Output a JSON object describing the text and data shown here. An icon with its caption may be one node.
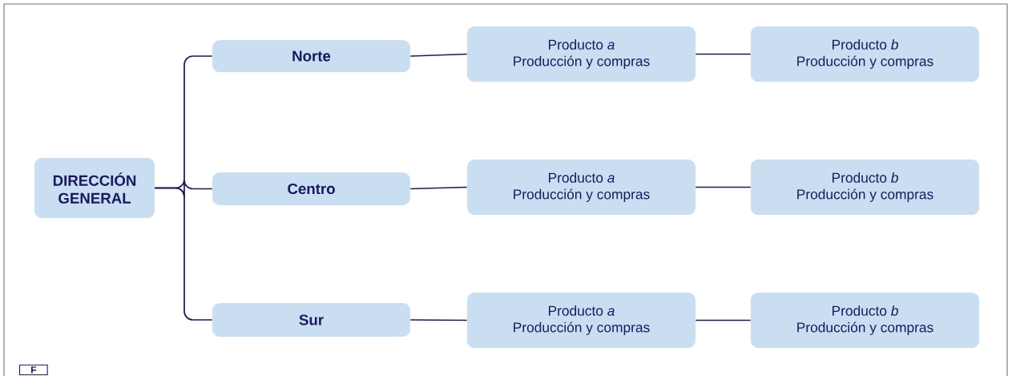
{
  "diagram": {
    "nodes": [
      {
        "text": [
          "DIRECCIÓN GENERAL"
        ]
      },
      {
        "text": [
          "Norte"
        ]
      },
      {
        "text": [
          "Centro"
        ]
      },
      {
        "text": [
          "Sur"
        ]
      },
      {
        "text": [
          "Producto *a*",
          "Producción y compras"
        ]
      },
      {
        "text": [
          "Producto *b*",
          "Producción y compras"
        ]
      },
      {
        "text": [
          "Producto *a*",
          "Producción y compras"
        ]
      },
      {
        "text": [
          "Producto *b*",
          "Producción y compras"
        ]
      },
      {
        "text": [
          "Producto *a*",
          "Producción y compras"
        ]
      },
      {
        "text": [
          "Producto *b*",
          "Producción y compras"
        ]
      }
    ],
    "edges": [
      {
        "from": 0,
        "to": 1,
        "arrow": "none"
      },
      {
        "from": 0,
        "to": 2,
        "arrow": "none"
      },
      {
        "from": 0,
        "to": 3,
        "arrow": "none"
      },
      {
        "from": 1,
        "to": 4,
        "arrow": "none"
      },
      {
        "from": 4,
        "to": 5,
        "arrow": "none"
      },
      {
        "from": 2,
        "to": 6,
        "arrow": "none"
      },
      {
        "from": 6,
        "to": 7,
        "arrow": "none"
      },
      {
        "from": 3,
        "to": 8,
        "arrow": "none"
      },
      {
        "from": 8,
        "to": 9,
        "arrow": "none"
      }
    ],
    "labels": [
      "F"
    ]
  }
}
